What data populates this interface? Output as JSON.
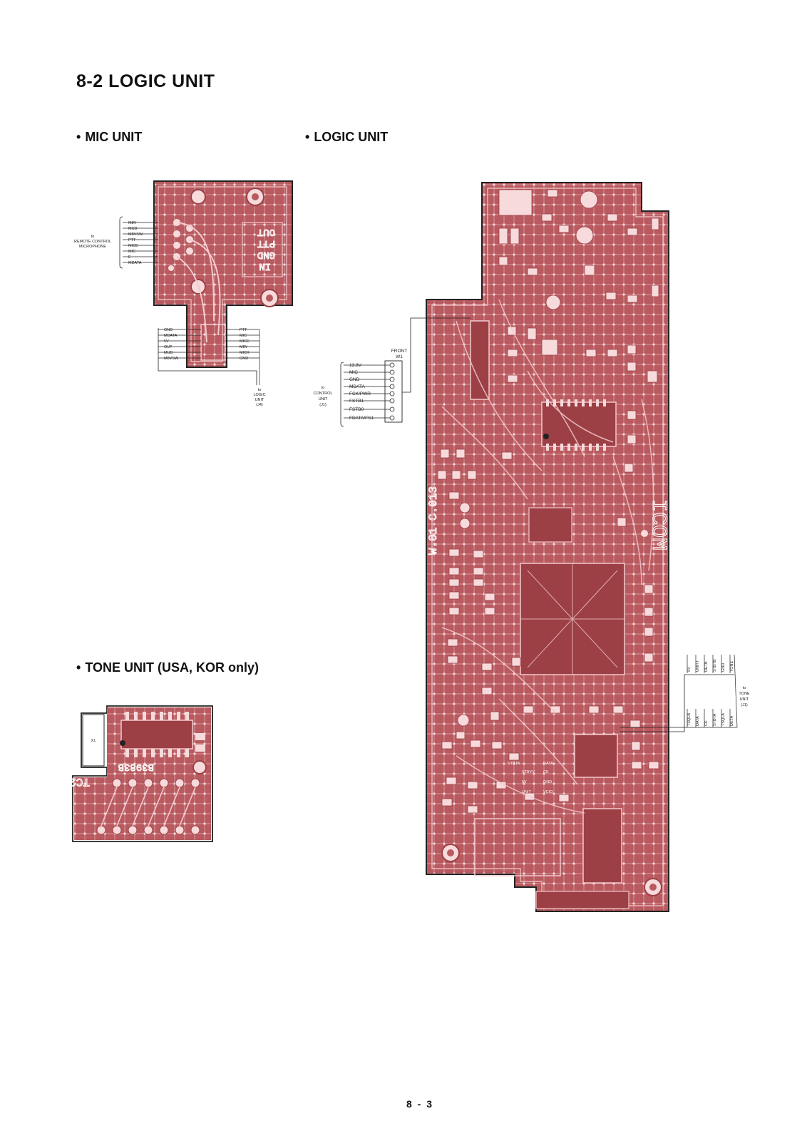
{
  "page": {
    "title": "8-2 LOGIC UNIT",
    "page_number": "8 - 3"
  },
  "colors": {
    "board": "#b85a5f",
    "board_dark": "#9c4046",
    "trace": "#f3c9cc",
    "outline": "#222222"
  },
  "mic_unit": {
    "heading": "MIC UNIT",
    "left_pins": [
      "M8V",
      "MUD",
      "M8VSW",
      "PTT",
      "MICE",
      "MIC",
      "E",
      "MDATA"
    ],
    "left_dest": [
      "to",
      "REMOTE CONTROL",
      "MICROPHONE"
    ],
    "bottom_left_pins": [
      "GND",
      "MDATA",
      "5V",
      "OUT",
      "MUD",
      "M8VSW"
    ],
    "bottom_right_pins": [
      "PTT",
      "MIC",
      "MICE",
      "M8V",
      "MICK",
      "GND"
    ],
    "bottom_dest": [
      "to",
      "LOGIC",
      "UNIT",
      "(J4)"
    ],
    "board_marks": [
      "OUT",
      "PTT",
      "GND",
      "IN"
    ]
  },
  "logic_unit": {
    "heading": "LOGIC UNIT",
    "front_label": "FRONT",
    "front_ref": "W1",
    "pins": [
      "13.8V",
      "MIC",
      "GND",
      "MDATA",
      "FCK/PWR",
      "FSTB1",
      "FSTB0",
      "FDATA/FS1"
    ],
    "dest": [
      "to",
      "CONTROL",
      "UNIT",
      "(J1)"
    ],
    "board_marks": [
      "ICOM",
      "W.01 C.013"
    ],
    "tone_pins_top": [
      "5V",
      "UNITT",
      "DETB",
      "STBTB",
      "GND",
      "TONE"
    ],
    "tone_pins_bottom": [
      "TSQLB",
      "DATA",
      "CK",
      "STBTA",
      "TSQLA",
      "DETA"
    ],
    "tone_dest": [
      "to",
      "TONE",
      "UNIT",
      "(J1)"
    ],
    "inline_labels": [
      "STBTA",
      "DATA",
      "STBYV",
      "CK",
      "5V",
      "GND",
      "UNIT",
      "VCIO"
    ]
  },
  "tone_unit": {
    "heading": "TONE UNIT (USA, KOR only)",
    "board_marks": [
      "B3983B",
      "TC2"
    ],
    "component_ref": "X1"
  }
}
